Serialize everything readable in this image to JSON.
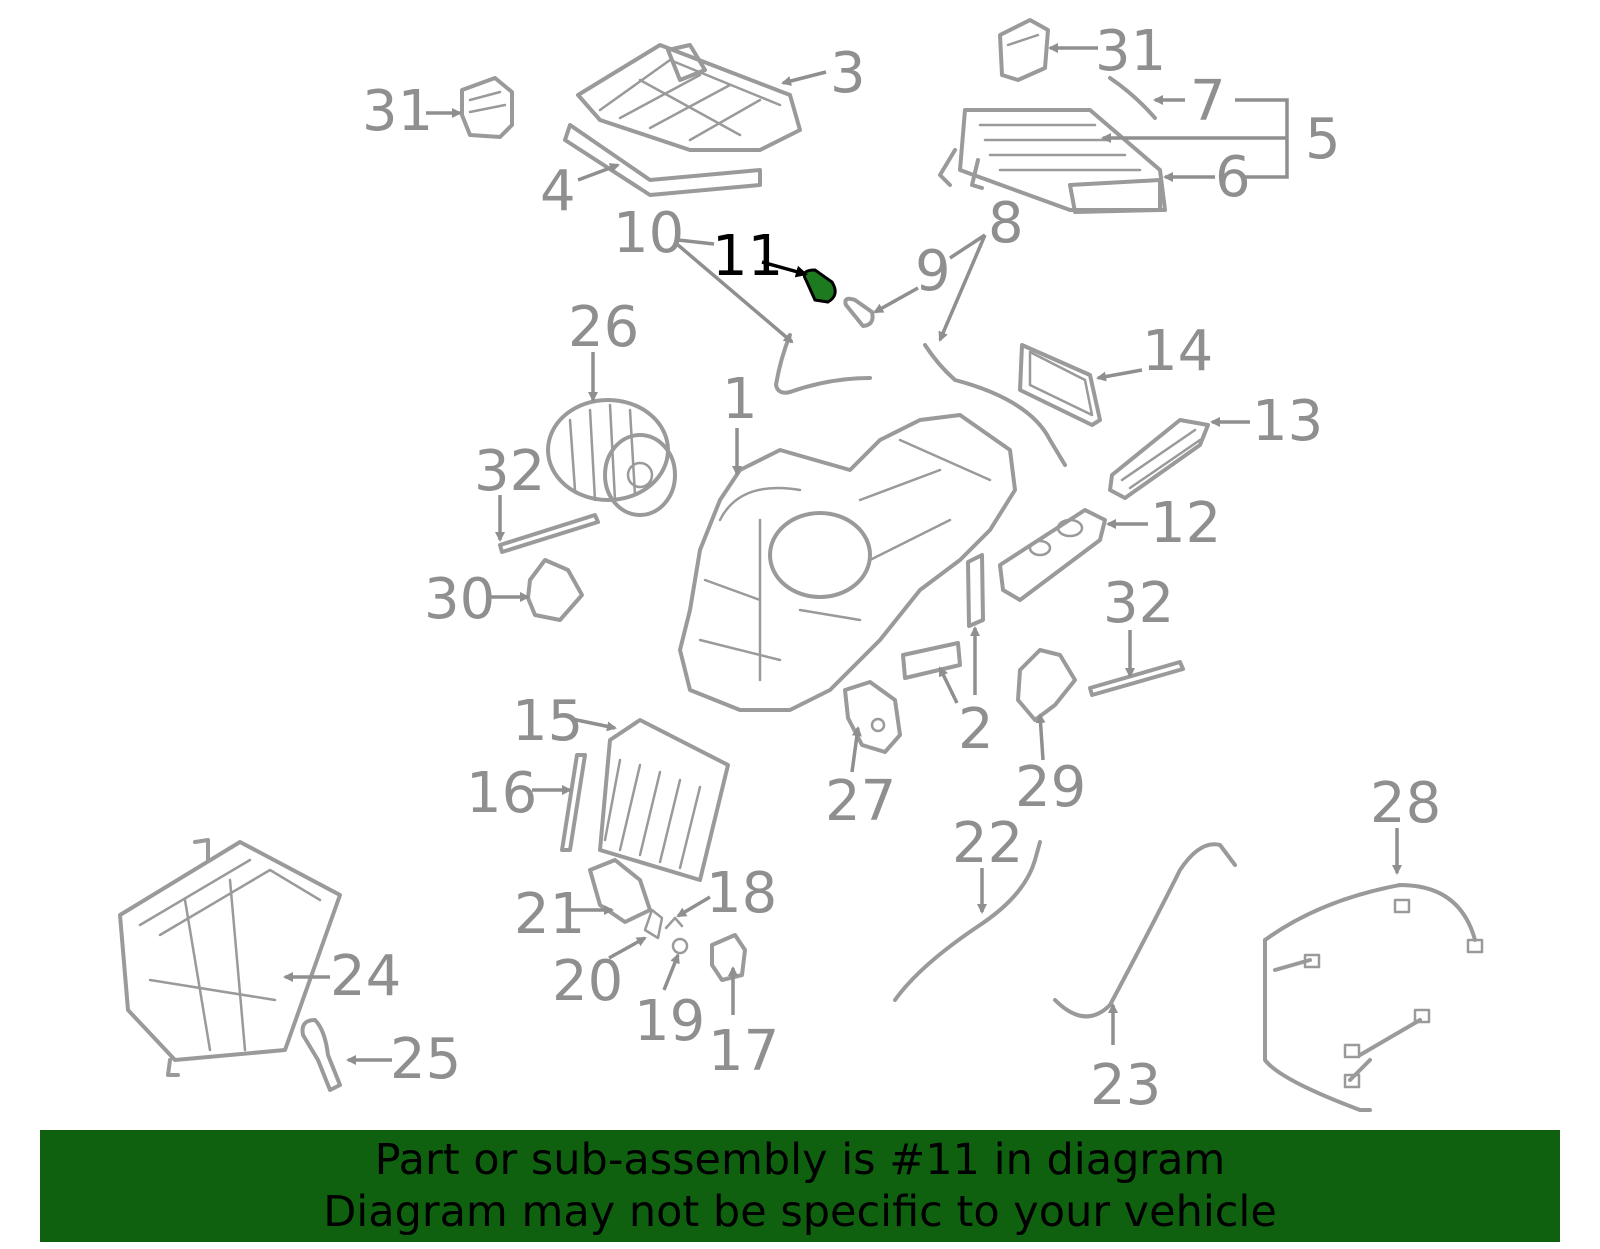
{
  "colors": {
    "line": "#9a9a9a",
    "label": "#8f8f8f",
    "highlight_fill": "#1e7a1e",
    "highlight_label": "#000000",
    "banner_bg": "#0f610f",
    "banner_text": "#000000"
  },
  "highlighted_part": "11",
  "callouts": [
    "1",
    "2",
    "3",
    "4",
    "5",
    "6",
    "7",
    "8",
    "9",
    "10",
    "11",
    "12",
    "13",
    "14",
    "15",
    "16",
    "17",
    "18",
    "19",
    "20",
    "21",
    "22",
    "23",
    "24",
    "25",
    "26",
    "27",
    "28",
    "29",
    "30",
    "31",
    "31",
    "32",
    "32"
  ],
  "banner": {
    "line1": "Part or sub-assembly is #11 in diagram",
    "line2": "Diagram may not be specific to your vehicle"
  }
}
